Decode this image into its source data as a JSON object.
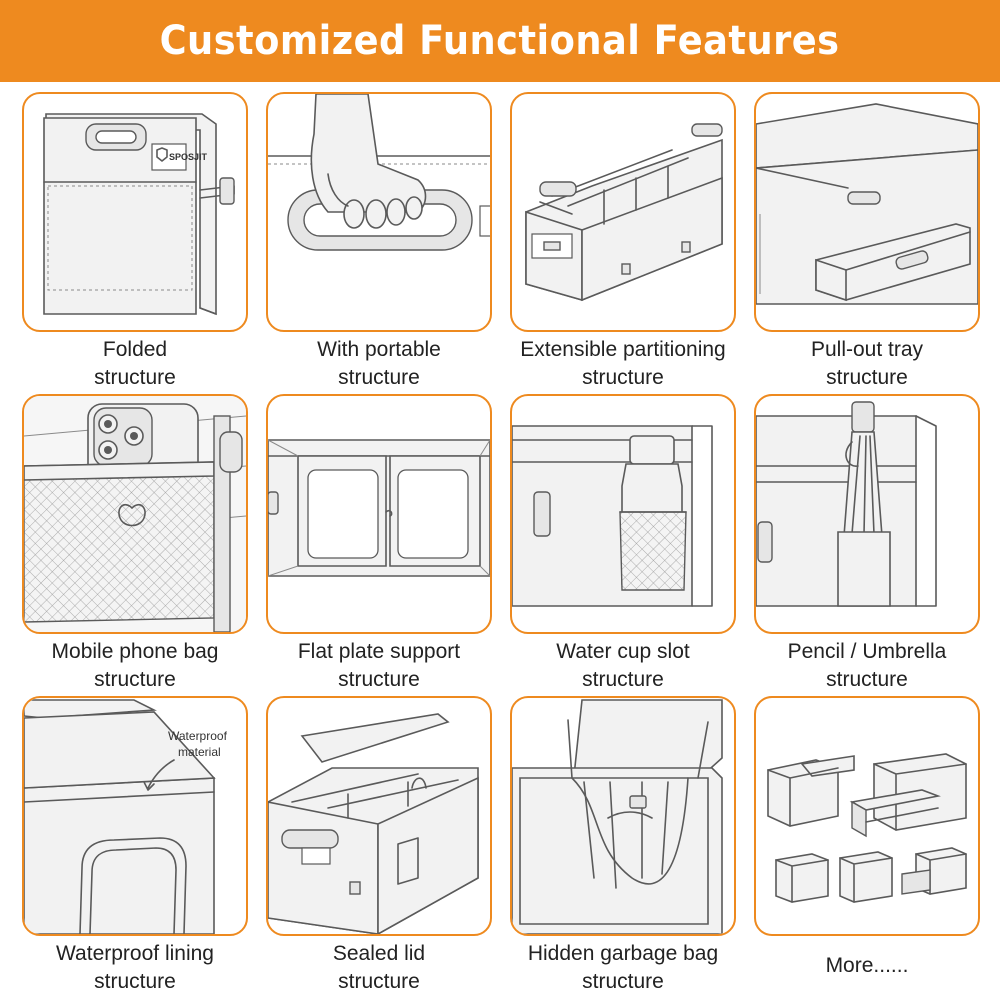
{
  "banner": {
    "title": "Customized  Functional Features"
  },
  "features": [
    {
      "line1": "Folded",
      "line2": "structure",
      "logo_text": "SPOSJIT"
    },
    {
      "line1": "With portable",
      "line2": "structure"
    },
    {
      "line1": "Extensible partitioning",
      "line2": "structure"
    },
    {
      "line1": "Pull-out tray",
      "line2": "structure"
    },
    {
      "line1": "Mobile phone bag",
      "line2": "structure"
    },
    {
      "line1": "Flat plate support",
      "line2": "structure"
    },
    {
      "line1": "Water cup slot",
      "line2": "structure"
    },
    {
      "line1": "Pencil  / Umbrella",
      "line2": "structure"
    },
    {
      "line1": "Waterproof lining",
      "line2": "structure",
      "annotation_line1": "Waterproof",
      "annotation_line2": "material"
    },
    {
      "line1": "Sealed lid",
      "line2": "structure"
    },
    {
      "line1": "Hidden garbage bag",
      "line2": "structure"
    },
    {
      "line1": "More......"
    }
  ],
  "colors": {
    "accent": "#ee8a1f",
    "text": "#222222"
  }
}
